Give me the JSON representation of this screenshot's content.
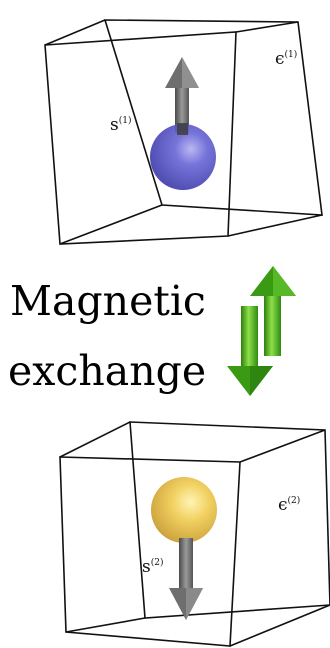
{
  "top_cell": {
    "spin_label": "s",
    "spin_label_sup": "(1)",
    "energy_label": "ϵ",
    "energy_label_sup": "(1)",
    "sphere_color": "#5b58c9",
    "arrow_direction": "up"
  },
  "bottom_cell": {
    "spin_label": "s",
    "spin_label_sup": "(2)",
    "energy_label": "ϵ",
    "energy_label_sup": "(2)",
    "sphere_color": "#e8c04a",
    "arrow_direction": "down"
  },
  "middle": {
    "line1": "Magnetic",
    "line2": "exchange",
    "arrow_color": "#3a9a14",
    "icon": "up-down-exchange-arrows-icon"
  }
}
